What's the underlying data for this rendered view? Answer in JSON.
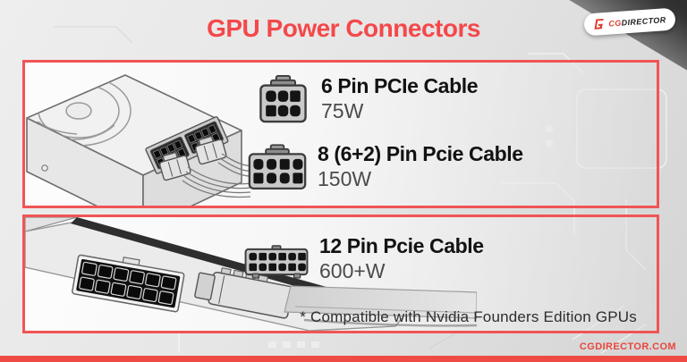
{
  "page": {
    "title": "GPU Power Connectors",
    "footer_note": "* Compatible with Nvidia Founders Edition GPUs",
    "website": "CGDIRECTOR.COM"
  },
  "logo": {
    "mark_icon": "cgdirector-g-mark",
    "brand_cg": "CG",
    "brand_rest": "DIRECTOR"
  },
  "colors": {
    "accent_red": "#f4484a",
    "panel_border": "#f15455",
    "bottom_bar": "#ee4b44",
    "text_dark": "#121212",
    "text_gray": "#4b4b4b",
    "corner_dark": "#2f2f2f"
  },
  "panels": [
    {
      "illustration": "psu-with-two-pcie-cables",
      "items": [
        {
          "icon": "six-pin-connector-icon",
          "pins": {
            "rows": 2,
            "cols": 3
          },
          "name": "6 Pin PCIe Cable",
          "wattage": "75W"
        },
        {
          "icon": "eight-pin-connector-icon",
          "pins": {
            "rows": 2,
            "cols": 4
          },
          "name": "8 (6+2) Pin Pcie Cable",
          "wattage": "150W"
        }
      ]
    },
    {
      "illustration": "gpu-with-12pin-cable",
      "items": [
        {
          "icon": "twelve-pin-connector-icon",
          "pins": {
            "rows": 2,
            "cols": 6
          },
          "name": "12 Pin Pcie Cable",
          "wattage": "600+W"
        }
      ]
    }
  ]
}
